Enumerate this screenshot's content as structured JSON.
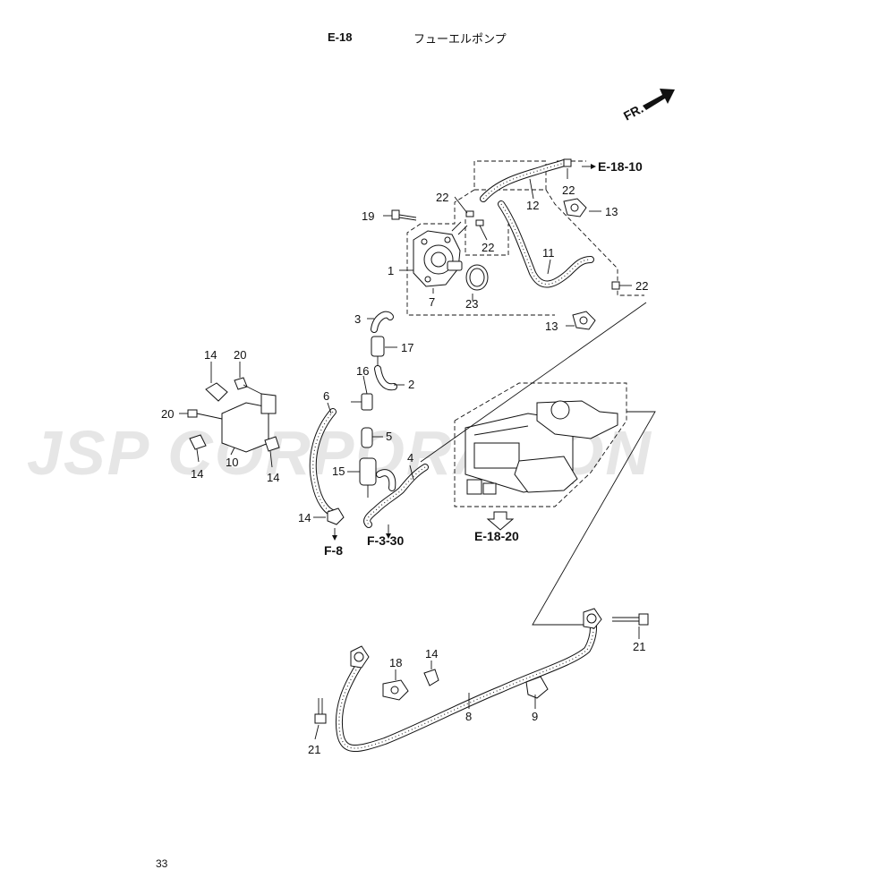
{
  "header": {
    "code": "E-18",
    "title": "フューエルポンプ"
  },
  "page_number": "33",
  "watermark": "JSP CORPORATION",
  "direction": {
    "label": "FR."
  },
  "references": {
    "e_18_10": "E-18-10",
    "e_18_20": "E-18-20",
    "f_8": "F-8",
    "f_3_30": "F-3-30"
  },
  "callouts": {
    "p1": "1",
    "p2": "2",
    "p3": "3",
    "p4": "4",
    "p5": "5",
    "p6": "6",
    "p7": "7",
    "p8": "8",
    "p9": "9",
    "p10": "10",
    "p11": "11",
    "p12": "12",
    "p13a": "13",
    "p13b": "13",
    "p14a": "14",
    "p14b": "14",
    "p14c": "14",
    "p14d": "14",
    "p14e": "14",
    "p15": "15",
    "p16": "16",
    "p17": "17",
    "p18": "18",
    "p19": "19",
    "p20a": "20",
    "p20b": "20",
    "p21a": "21",
    "p21b": "21",
    "p22a": "22",
    "p22b": "22",
    "p22c": "22",
    "p22d": "22",
    "p23": "23"
  }
}
